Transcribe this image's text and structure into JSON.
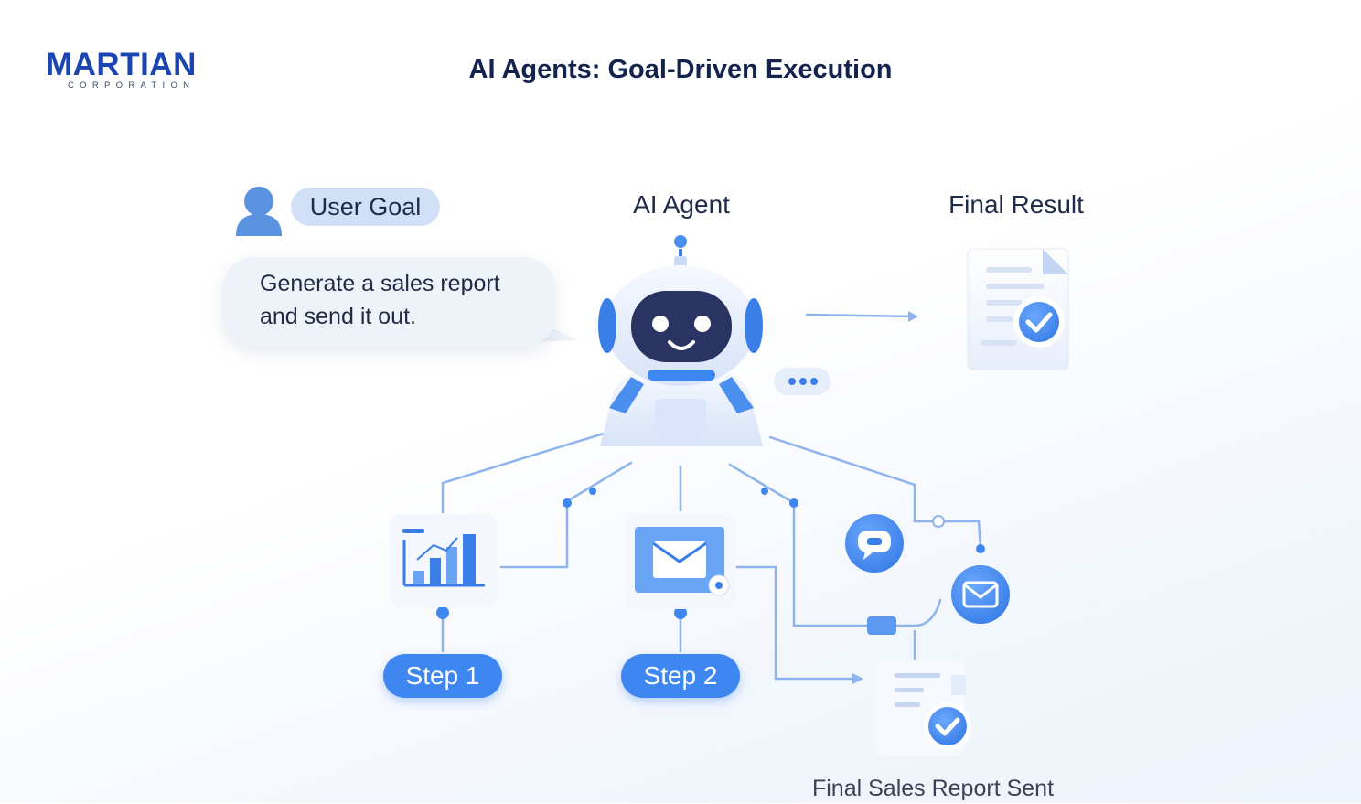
{
  "brand": {
    "name": "MARTIAN",
    "subtitle": "CORPORATION"
  },
  "title": "AI Agents: Goal-Driven Execution",
  "user_goal": {
    "label": "User Goal",
    "text_line1": "Generate a sales report",
    "text_line2": "and send it out."
  },
  "agent": {
    "label": "AI Agent"
  },
  "final_result": {
    "label": "Final Result"
  },
  "steps": [
    {
      "label": "Step 1"
    },
    {
      "label": "Step 2"
    }
  ],
  "final_sent": {
    "label": "Final Sales Report Sent"
  },
  "colors": {
    "brand": "#1c45b4",
    "accent": "#3f87f0",
    "robot_face": "#2a3463",
    "line": "#8eb4ee",
    "ink": "#14234d"
  },
  "icons": [
    "user-icon",
    "robot-icon",
    "document-check-icon",
    "chart-icon",
    "envelope-icon",
    "chat-icon",
    "mail-circle-icon",
    "report-check-icon"
  ]
}
